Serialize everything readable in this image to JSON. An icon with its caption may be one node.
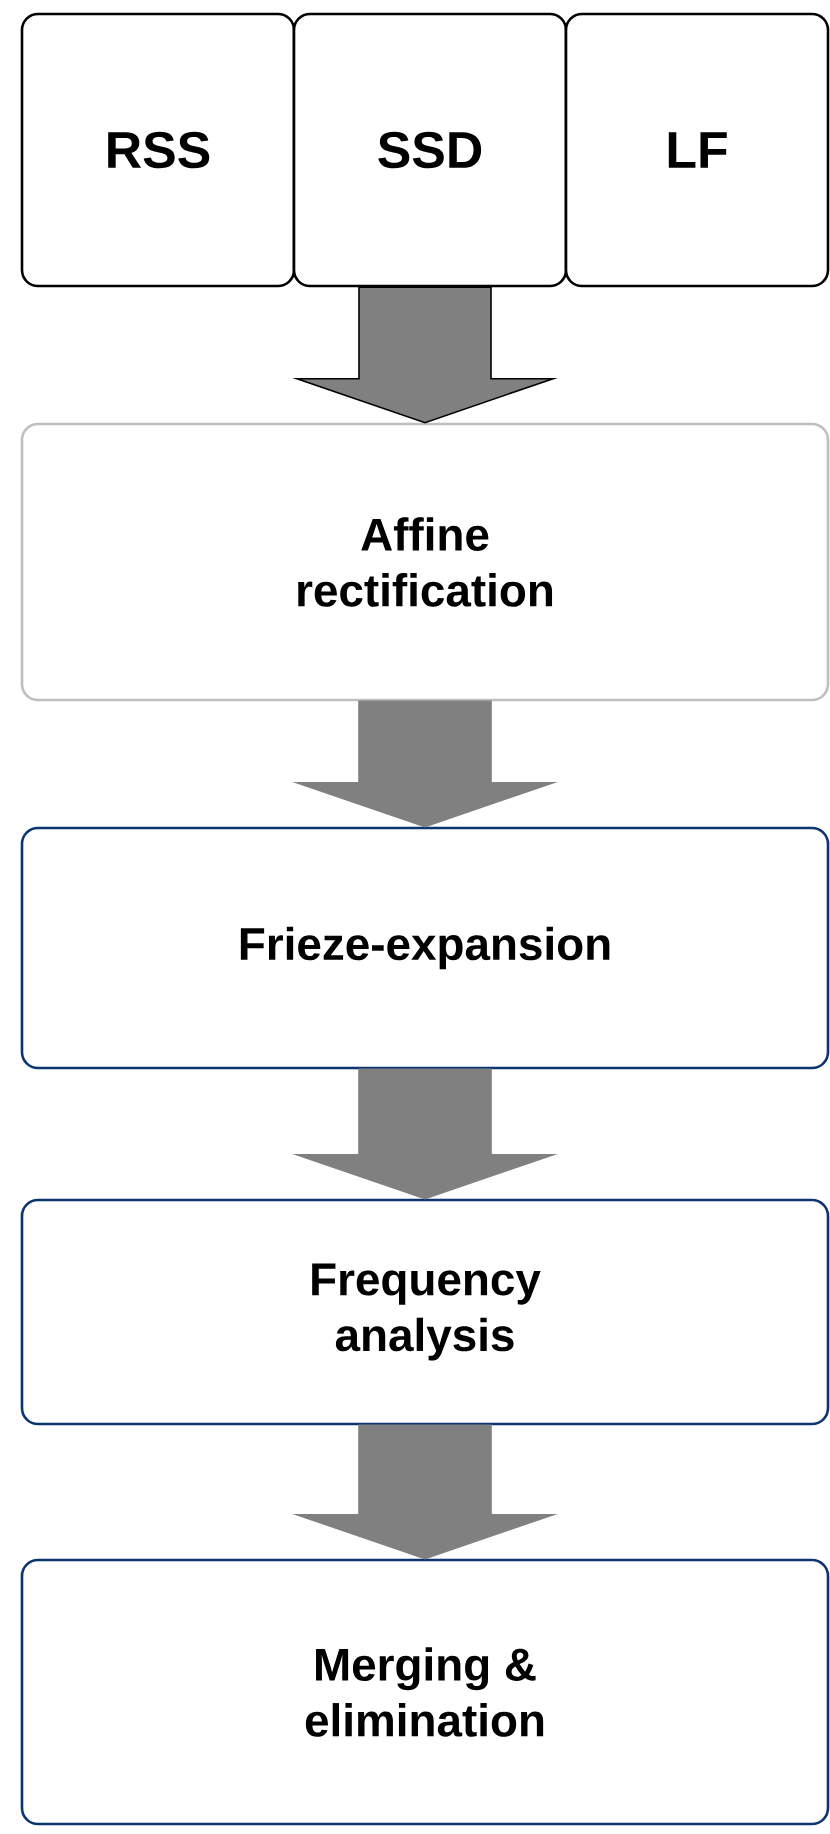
{
  "diagram": {
    "nodes": [
      {
        "text": [
          "RSS"
        ]
      },
      {
        "text": [
          "SSD"
        ]
      },
      {
        "text": [
          "LF"
        ]
      },
      {
        "text": [
          "Affine rectification"
        ]
      },
      {
        "text": [
          "Frieze-expansion"
        ]
      },
      {
        "text": [
          "Frequency analysis"
        ]
      },
      {
        "text": [
          "Merging & elimination"
        ]
      }
    ],
    "edges": [
      {
        "from": 1,
        "to": 3,
        "arrow": "to"
      },
      {
        "from": 3,
        "to": 4,
        "arrow": "to"
      },
      {
        "from": 4,
        "to": 5,
        "arrow": "to"
      },
      {
        "from": 5,
        "to": 6,
        "arrow": "to"
      }
    ]
  }
}
